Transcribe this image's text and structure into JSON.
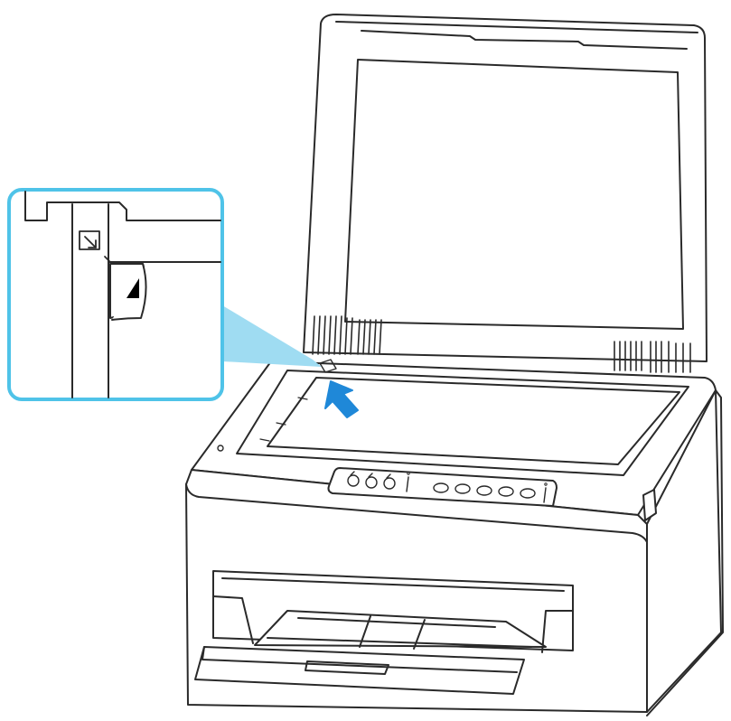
{
  "figure": {
    "subject": "printer-scanner-with-lid-open",
    "callout": {
      "subject": "document-corner-aligned-with-alignment-mark",
      "border_color": "#4fc3e8",
      "fill_color": "#9fdcf2"
    },
    "arrow": {
      "meaning": "place-document-toward-alignment-mark",
      "color": "#1f88d8"
    },
    "line_color": "#2a2a2a",
    "control_panel": {
      "icons": [
        "copy-icon",
        "copy-icon",
        "copy-icon"
      ],
      "buttons_count": 5
    }
  }
}
